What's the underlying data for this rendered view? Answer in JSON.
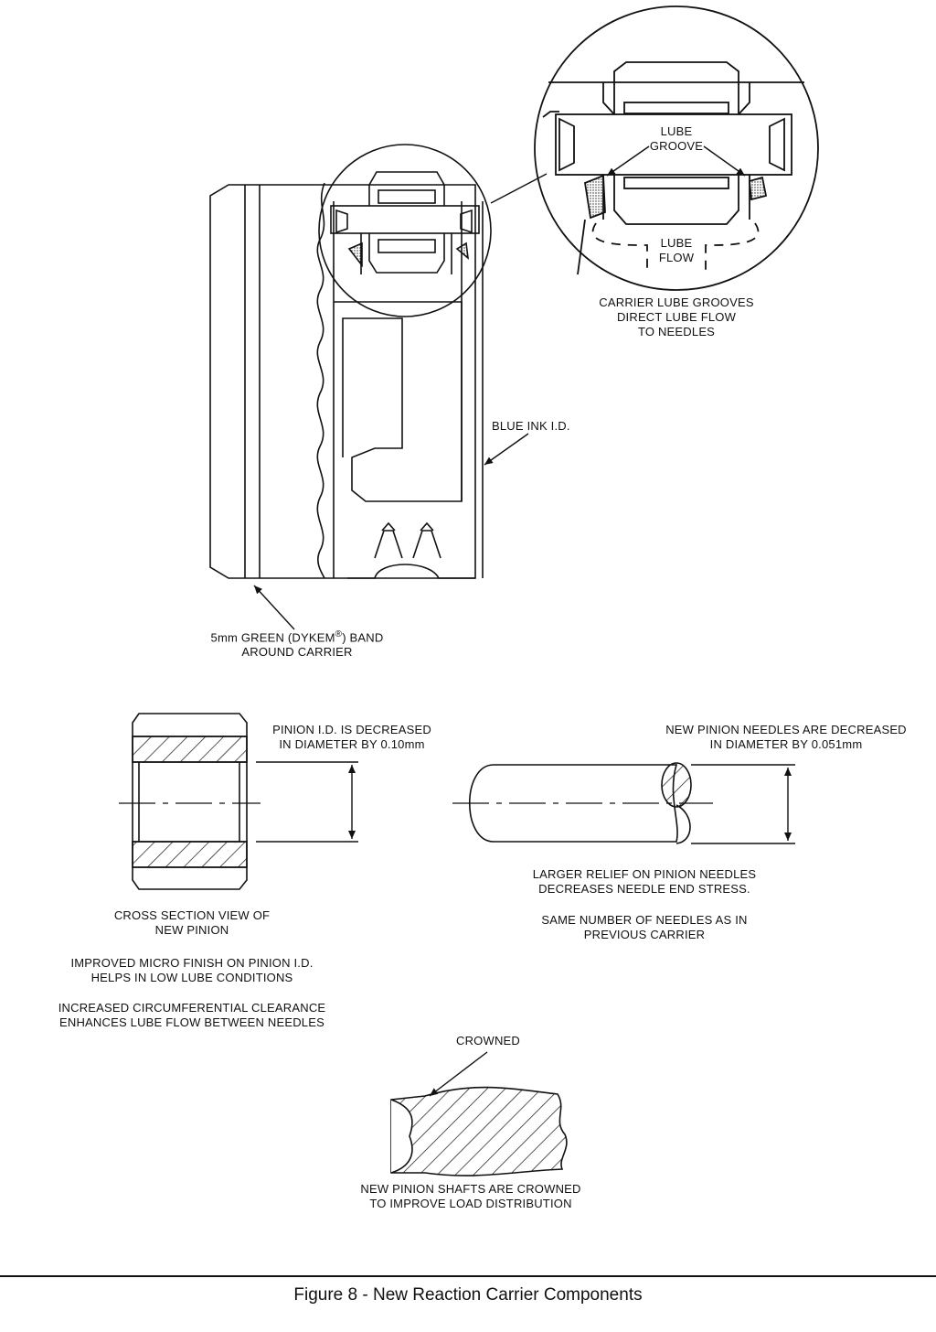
{
  "labels": {
    "lube_groove": [
      "LUBE",
      "GROOVE"
    ],
    "lube_flow": [
      "LUBE",
      "FLOW"
    ],
    "carrier_lube_grooves": [
      "CARRIER LUBE GROOVES",
      "DIRECT LUBE FLOW",
      "TO NEEDLES"
    ],
    "blue_ink": "BLUE INK I.D.",
    "green_band": [
      "5mm GREEN (DYKEM",
      "®",
      ") BAND",
      "AROUND CARRIER"
    ],
    "pinion_id": [
      "PINION I.D. IS DECREASED",
      "IN DIAMETER BY 0.10mm"
    ],
    "needles_decreased": [
      "NEW PINION NEEDLES ARE DECREASED",
      "IN DIAMETER BY 0.051mm"
    ],
    "cross_section": [
      "CROSS SECTION VIEW OF",
      "NEW PINION"
    ],
    "micro_finish": [
      "IMPROVED MICRO FINISH ON PINION I.D.",
      "HELPS IN LOW LUBE CONDITIONS"
    ],
    "circumferential": [
      "INCREASED CIRCUMFERENTIAL CLEARANCE",
      "ENHANCES LUBE FLOW BETWEEN NEEDLES"
    ],
    "larger_relief": [
      "LARGER RELIEF ON PINION NEEDLES",
      "DECREASES NEEDLE END STRESS."
    ],
    "same_number": [
      "SAME NUMBER OF NEEDLES AS IN",
      "PREVIOUS CARRIER"
    ],
    "crowned": "CROWNED",
    "shafts_crowned": [
      "NEW PINION SHAFTS ARE CROWNED",
      "TO IMPROVE LOAD DISTRIBUTION"
    ]
  },
  "caption": "Figure 8 - New Reaction Carrier Components"
}
